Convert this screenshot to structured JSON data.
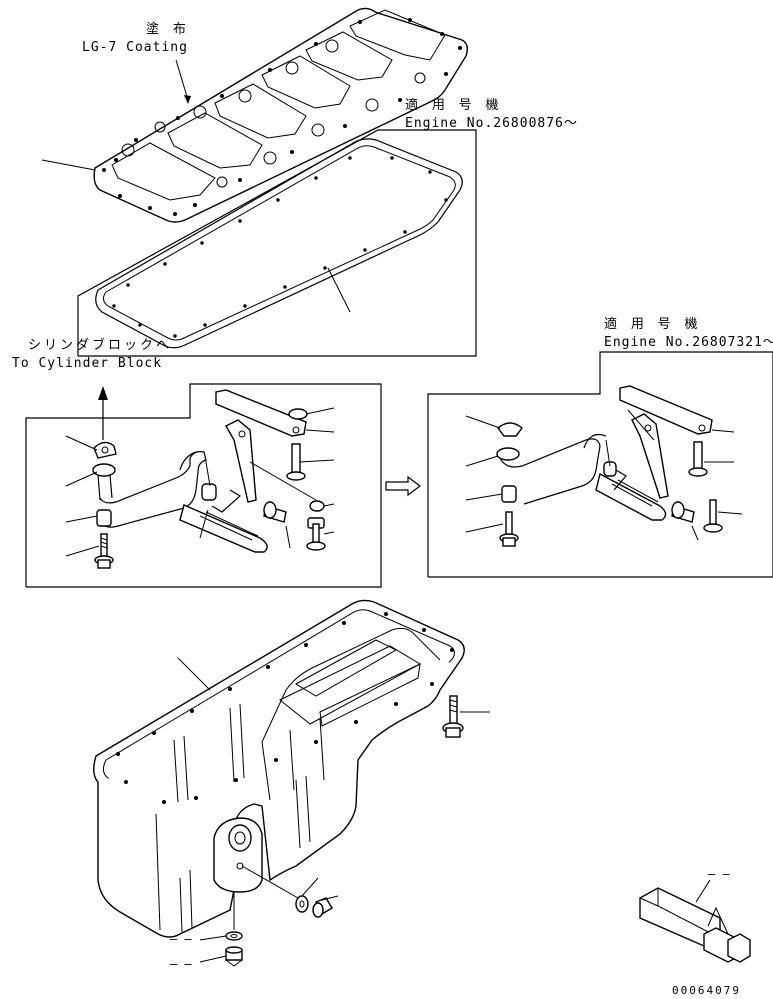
{
  "annotations": {
    "coating_jp": "塗 布",
    "coating_en": "LG-7 Coating",
    "engine_no_jp_1": "適 用 号 機",
    "engine_no_en_1": "Engine No.26800876～",
    "cylinder_block_jp": "シリンダブロックへ",
    "cylinder_block_en": "To Cylinder Block",
    "engine_no_jp_2": "適 用 号 機",
    "engine_no_en_2": "Engine No.26807321～",
    "dash_1": "– –",
    "dash_2": "– –",
    "dash_3": "– –",
    "drawing_code": "00064079"
  }
}
